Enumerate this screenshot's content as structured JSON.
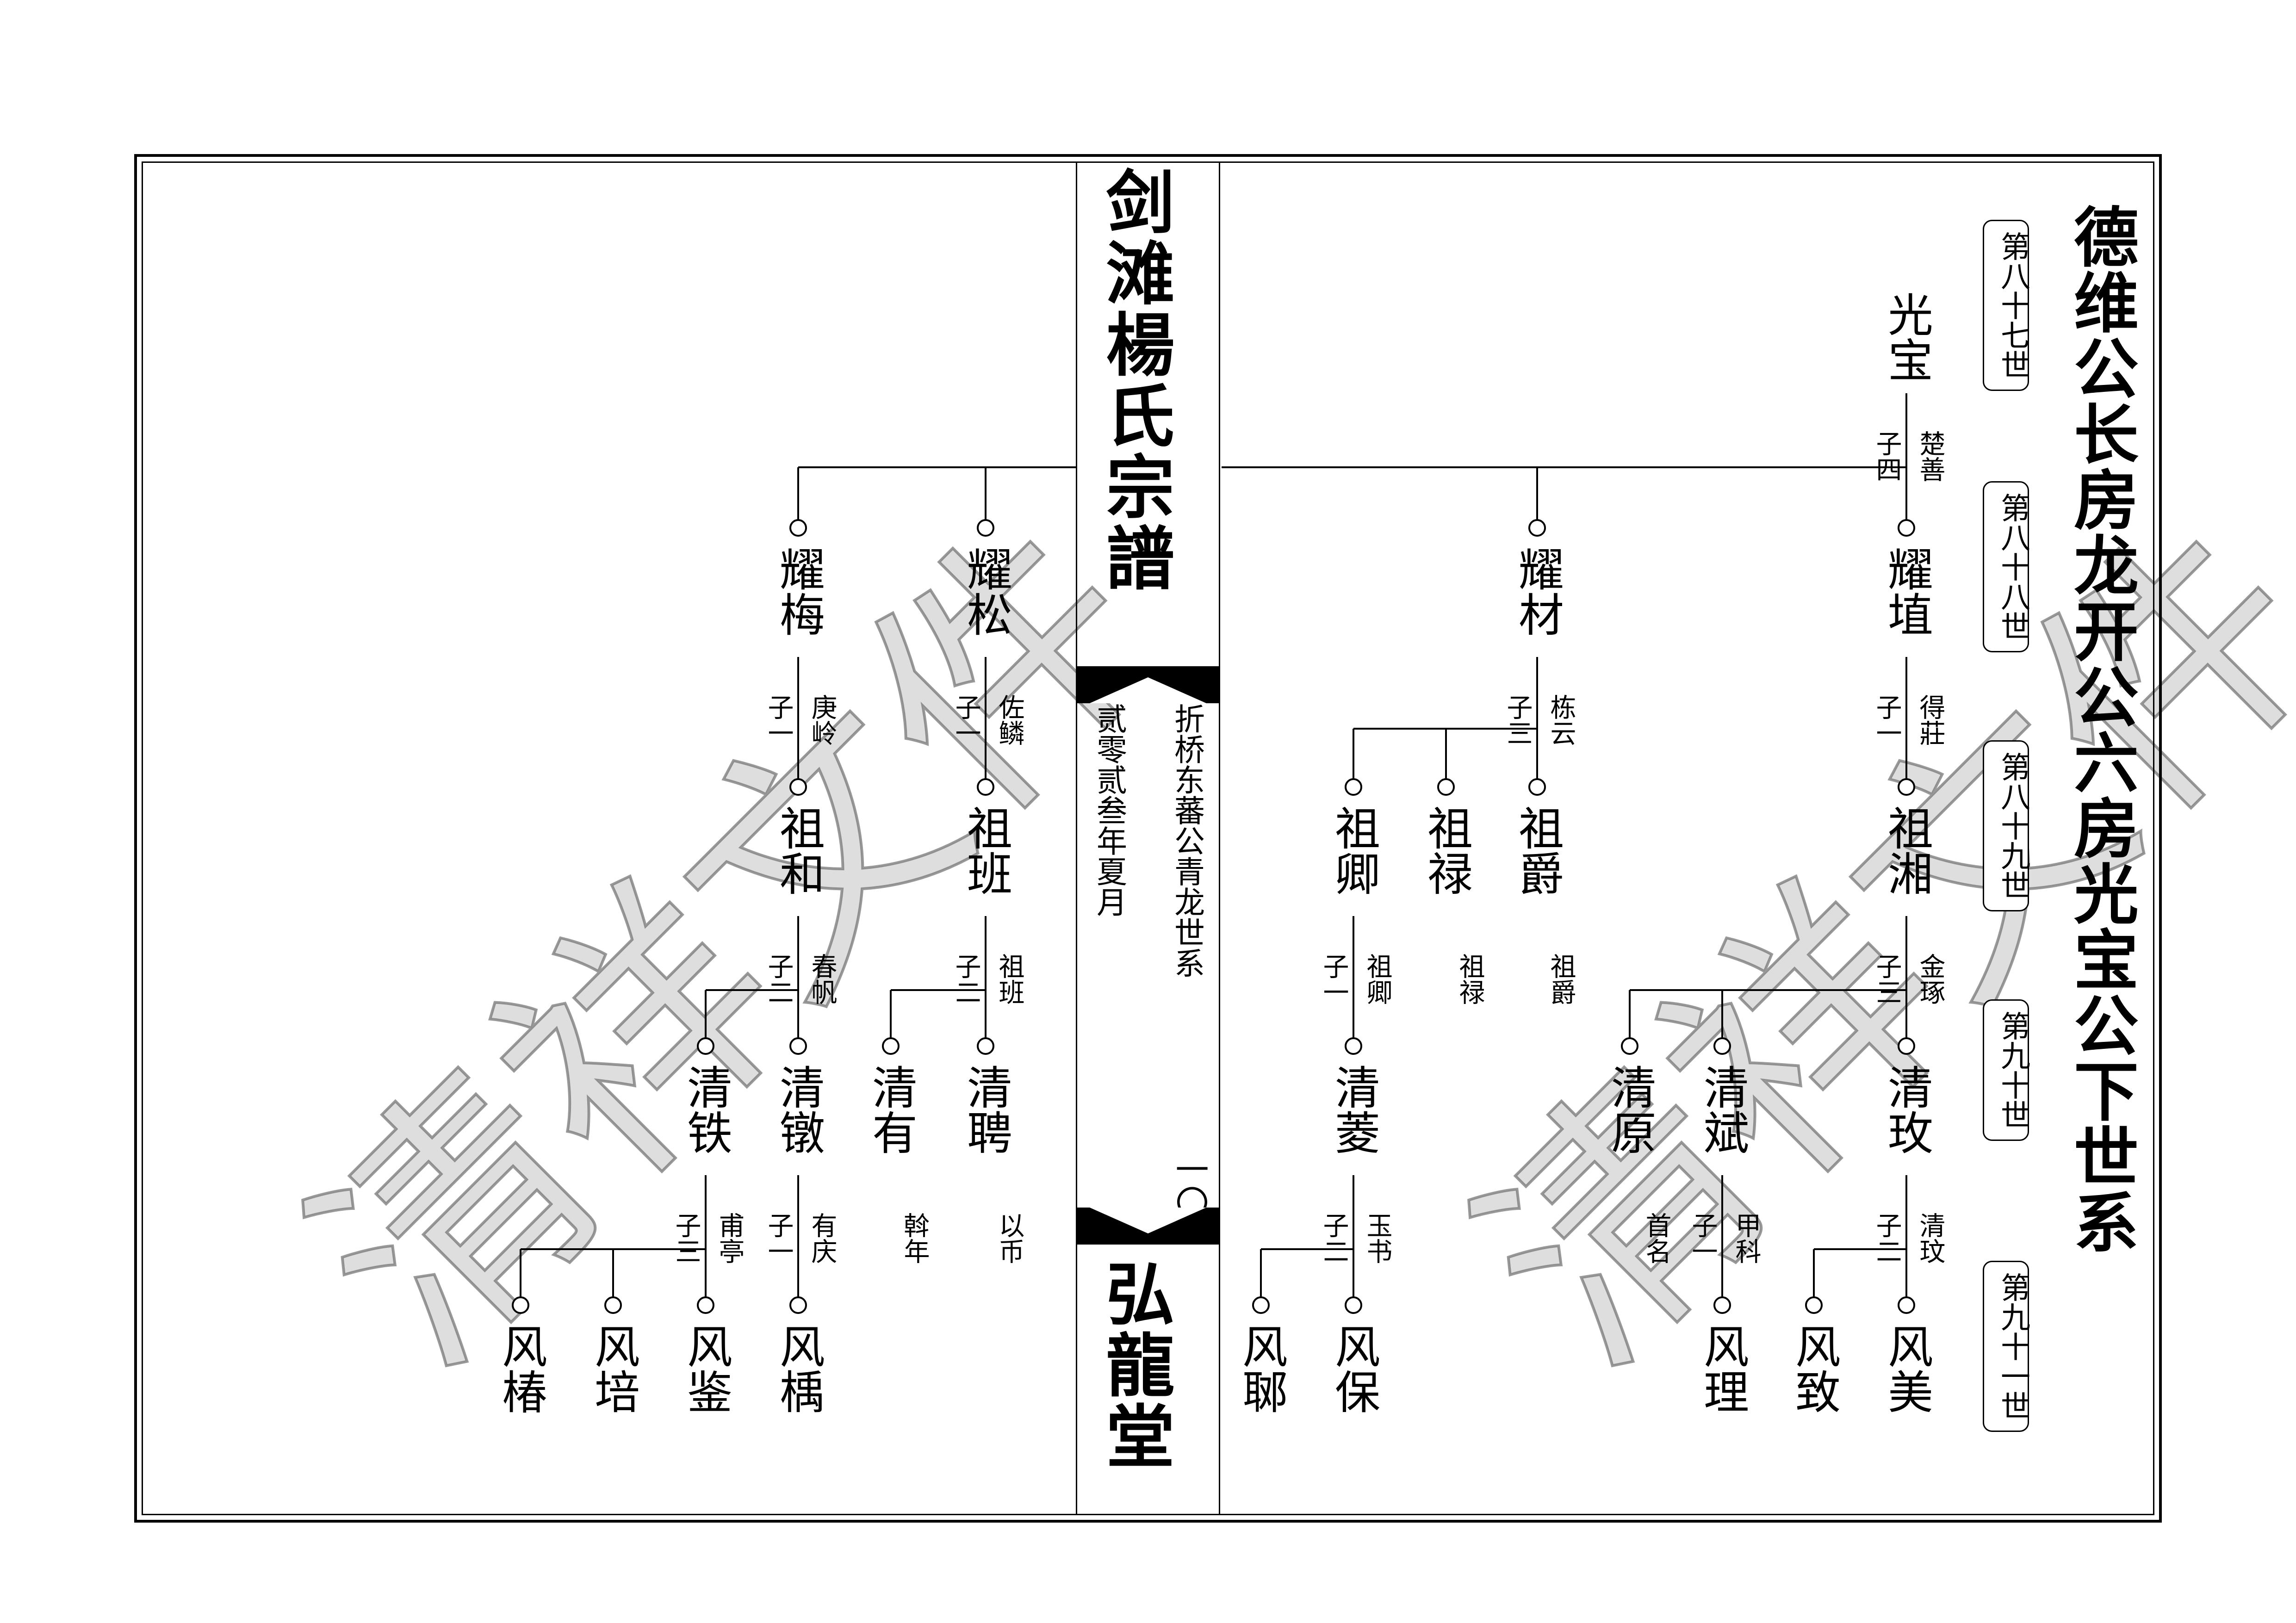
{
  "genealogy_title": "德维公长房龙开公六房光宝公下世系",
  "book_title": "剑滩楊氏宗譜",
  "hall_name": "弘龍堂",
  "spine_notes": [
    "折桥东蕃公青龙世系",
    "贰零贰叁年夏月"
  ],
  "page_number": "一〇",
  "generation_labels": [
    "第八十七世",
    "第八十八世",
    "第八十九世",
    "第九十世",
    "第九十一世"
  ],
  "watermark": "清祥文件",
  "people": [
    {
      "id": "guangbao",
      "name": "光宝"
    },
    {
      "id": "yaozhi",
      "name": "耀埴"
    },
    {
      "id": "yaocai",
      "name": "耀材"
    },
    {
      "id": "yaosong",
      "name": "耀松"
    },
    {
      "id": "yaomei",
      "name": "耀梅"
    },
    {
      "id": "zuxiang",
      "name": "祖湘"
    },
    {
      "id": "zujue",
      "name": "祖爵"
    },
    {
      "id": "zulu",
      "name": "祖禄"
    },
    {
      "id": "zuqing",
      "name": "祖卿"
    },
    {
      "id": "zuban",
      "name": "祖班"
    },
    {
      "id": "zuhe",
      "name": "祖和"
    },
    {
      "id": "qingmei",
      "name": "清玫"
    },
    {
      "id": "qingbin",
      "name": "清斌"
    },
    {
      "id": "qingyuan",
      "name": "清原"
    },
    {
      "id": "qingling",
      "name": "清菱"
    },
    {
      "id": "qingpin",
      "name": "清聘"
    },
    {
      "id": "qingyou",
      "name": "清有"
    },
    {
      "id": "qingdun",
      "name": "清镦"
    },
    {
      "id": "qingtie",
      "name": "清铁"
    },
    {
      "id": "fengmei",
      "name": "风美"
    },
    {
      "id": "fengzhi",
      "name": "风致"
    },
    {
      "id": "fengli",
      "name": "风理"
    },
    {
      "id": "fengbao",
      "name": "风保"
    },
    {
      "id": "fengyu",
      "name": "风郰"
    },
    {
      "id": "fengju",
      "name": "风楀"
    },
    {
      "id": "fengjian",
      "name": "风鉴"
    },
    {
      "id": "fengpei",
      "name": "风培"
    },
    {
      "id": "fengchun",
      "name": "风椿"
    }
  ],
  "notes": [
    {
      "id": "n-guangbao-cn",
      "text": "楚善"
    },
    {
      "id": "n-guangbao-cnt",
      "text": "子四"
    },
    {
      "id": "n-yaozhi-cn",
      "text": "得莊"
    },
    {
      "id": "n-yaozhi-cnt",
      "text": "子一"
    },
    {
      "id": "n-yaocai-cn",
      "text": "栋云"
    },
    {
      "id": "n-yaocai-cnt",
      "text": "子三"
    },
    {
      "id": "n-yaosong-cn",
      "text": "佐鳞"
    },
    {
      "id": "n-yaosong-cnt",
      "text": "子一"
    },
    {
      "id": "n-yaomei-cn",
      "text": "庚岭"
    },
    {
      "id": "n-yaomei-cnt",
      "text": "子一"
    },
    {
      "id": "n-zuxiang-cn",
      "text": "金琢"
    },
    {
      "id": "n-zuxiang-cnt",
      "text": "子三"
    },
    {
      "id": "n-zujue-cn",
      "text": "祖爵"
    },
    {
      "id": "n-zulu-cn",
      "text": "祖禄"
    },
    {
      "id": "n-zuqing-cn",
      "text": "祖卿"
    },
    {
      "id": "n-zuqing-cnt",
      "text": "子一"
    },
    {
      "id": "n-zuban-cn",
      "text": "祖班"
    },
    {
      "id": "n-zuban-cnt",
      "text": "子二"
    },
    {
      "id": "n-zuhe-cn",
      "text": "春帆"
    },
    {
      "id": "n-zuhe-cnt",
      "text": "子二"
    },
    {
      "id": "n-qingmei-cn",
      "text": "清玟"
    },
    {
      "id": "n-qingmei-cnt",
      "text": "子二"
    },
    {
      "id": "n-qingbin-cn",
      "text": "甲科"
    },
    {
      "id": "n-qingbin-cnt",
      "text": "子一"
    },
    {
      "id": "n-qingbin-alt",
      "text": "首名"
    },
    {
      "id": "n-qingling-cn",
      "text": "玉书"
    },
    {
      "id": "n-qingling-cnt",
      "text": "子二"
    },
    {
      "id": "n-qingpin-cn",
      "text": "以币"
    },
    {
      "id": "n-qingyou-cn",
      "text": "斡年"
    },
    {
      "id": "n-qingdun-cn",
      "text": "有庆"
    },
    {
      "id": "n-qingdun-cnt",
      "text": "子一"
    },
    {
      "id": "n-qingtie-cn",
      "text": "甫亭"
    },
    {
      "id": "n-qingtie-cnt",
      "text": "子三"
    }
  ]
}
